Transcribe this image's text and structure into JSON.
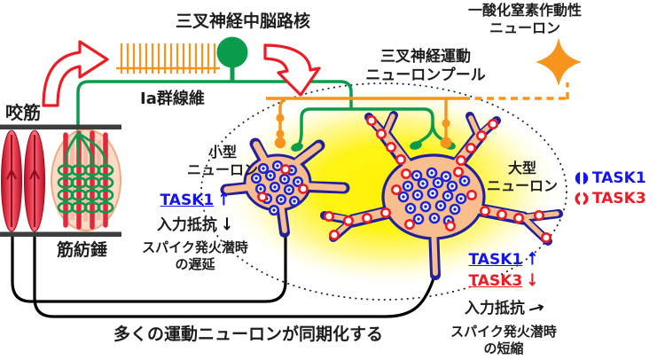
{
  "labels": {
    "mesencephalic_nucleus": "三叉神経中脳路核",
    "no_neuron_line1": "一酸化窒素作動性",
    "no_neuron_line2": "ニューロン",
    "motor_pool_line1": "三叉神経運動",
    "motor_pool_line2": "ニューロンプール",
    "masseter": "咬筋",
    "ia_fiber": "Ia群線維",
    "muscle_spindle": "筋紡錘",
    "small_neuron_line1": "小型",
    "small_neuron_line2": "ニューロン",
    "large_neuron_line1": "大型",
    "large_neuron_line2": "ニューロン",
    "bottom_caption": "多くの運動ニューロンが同期化する"
  },
  "legend": {
    "task1": "TASK1",
    "task3": "TASK3"
  },
  "small_neuron_effects": {
    "task1": "TASK1",
    "task1_arrow": "↑",
    "input_resistance": "入力抵抗",
    "input_resistance_arrow": "↓",
    "spike_line1": "スパイク発火潜時",
    "spike_line2": "の遅延"
  },
  "large_neuron_effects": {
    "task1": "TASK1",
    "task1_arrow": "↑",
    "task3": "TASK3",
    "task3_arrow": "↓",
    "input_resistance": "入力抵抗",
    "input_resistance_arrow": "→",
    "spike_line1": "スパイク発火潜時",
    "spike_line2": "の短縮"
  },
  "colors": {
    "green_fiber": "#0A9B4C",
    "orange_fiber": "#F7941D",
    "red_accent": "#ED1C24",
    "neuron_outline_navy": "#22209B",
    "neuron_fill_peach": "#F8BE8E",
    "task1_channel_blue": "#1F24CE",
    "task3_channel_red": "#ED1C24",
    "task1_text_blue": "#1414EE",
    "task3_text_red": "#ED1C24",
    "glow_yellow": "#FFF200",
    "muscle_red": "#E2293B"
  },
  "channels": {
    "small_task1": [
      [
        297,
        190
      ],
      [
        313,
        187
      ],
      [
        329,
        192
      ],
      [
        289,
        201
      ],
      [
        305,
        198
      ],
      [
        321,
        202
      ],
      [
        336,
        205
      ],
      [
        294,
        213
      ],
      [
        310,
        211
      ],
      [
        326,
        214
      ],
      [
        301,
        224
      ],
      [
        317,
        225
      ],
      [
        332,
        227
      ],
      [
        309,
        237
      ]
    ],
    "small_task3": [
      [
        322,
        191
      ],
      [
        296,
        222
      ],
      [
        342,
        213
      ]
    ],
    "large_task1": [
      [
        470,
        198
      ],
      [
        487,
        195
      ],
      [
        503,
        199
      ],
      [
        460,
        210
      ],
      [
        477,
        207
      ],
      [
        494,
        206
      ],
      [
        510,
        210
      ],
      [
        524,
        204
      ],
      [
        455,
        222
      ],
      [
        471,
        220
      ],
      [
        488,
        218
      ],
      [
        505,
        221
      ],
      [
        520,
        224
      ],
      [
        463,
        235
      ],
      [
        480,
        233
      ],
      [
        497,
        232
      ],
      [
        513,
        236
      ],
      [
        472,
        247
      ],
      [
        490,
        246
      ],
      [
        506,
        249
      ]
    ],
    "large_task3": [
      [
        458,
        196
      ],
      [
        517,
        194
      ],
      [
        447,
        214
      ],
      [
        532,
        220
      ],
      [
        462,
        253
      ],
      [
        508,
        255
      ],
      [
        452,
        180
      ],
      [
        441,
        166
      ],
      [
        430,
        151
      ],
      [
        419,
        136
      ],
      [
        520,
        181
      ],
      [
        531,
        167
      ],
      [
        543,
        153
      ],
      [
        556,
        140
      ],
      [
        435,
        240
      ],
      [
        414,
        246
      ],
      [
        393,
        249
      ],
      [
        371,
        244
      ],
      [
        377,
        265
      ],
      [
        547,
        238
      ],
      [
        566,
        242
      ],
      [
        585,
        246
      ],
      [
        608,
        243
      ],
      [
        616,
        268
      ]
    ]
  }
}
